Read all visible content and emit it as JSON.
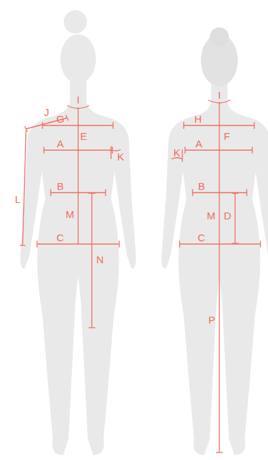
{
  "diagram": {
    "labels": [
      "J",
      "I",
      "G",
      "E",
      "A",
      "K",
      "L",
      "B",
      "M",
      "C",
      "N",
      "I",
      "H",
      "F",
      "K",
      "A",
      "B",
      "M",
      "D",
      "C",
      "P"
    ]
  }
}
